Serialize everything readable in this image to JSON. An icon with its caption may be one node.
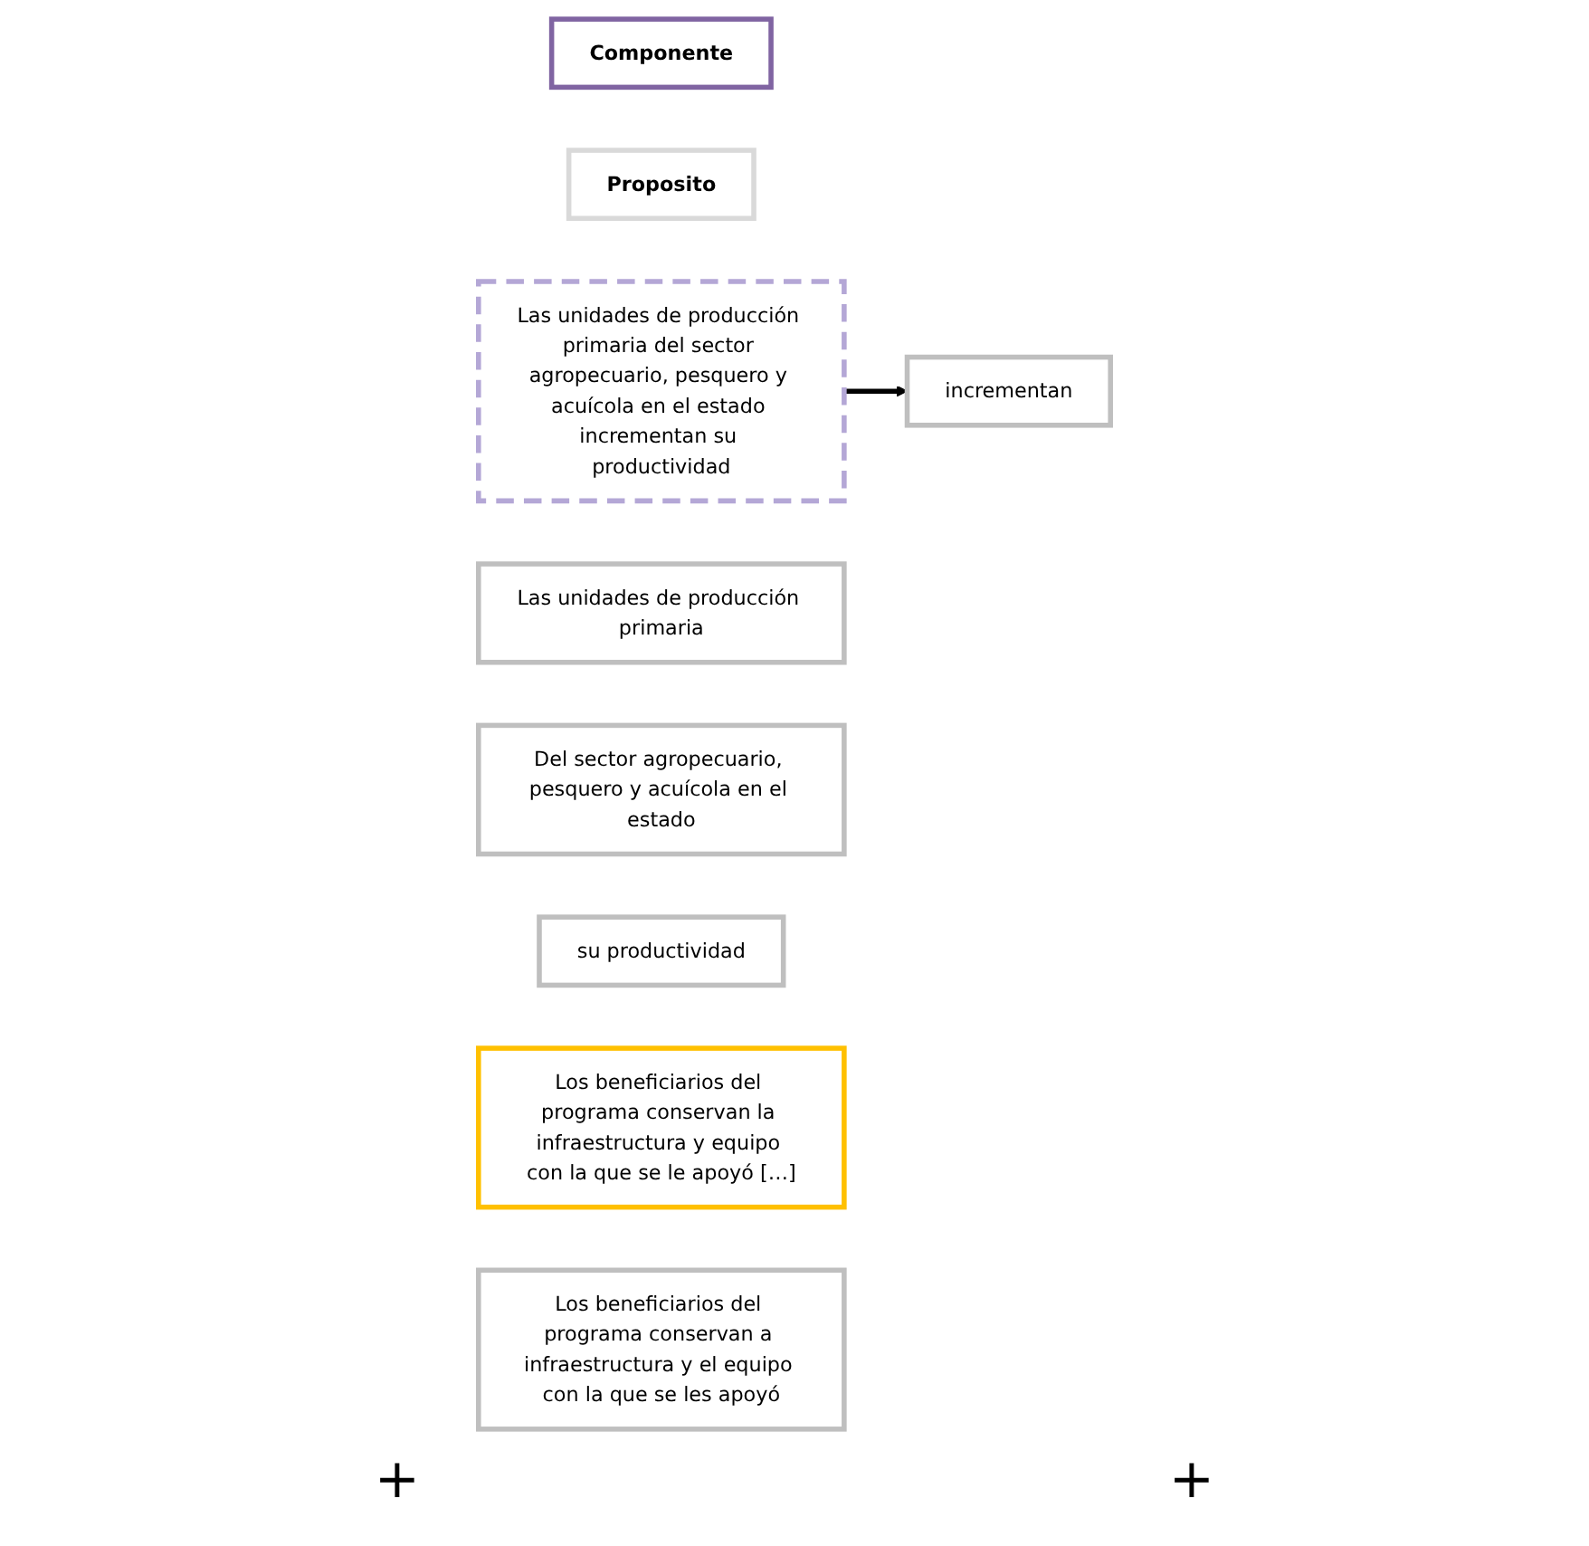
{
  "diagram": {
    "nodes": [
      {
        "text": [
          "Componente"
        ]
      },
      {
        "text": [
          "Proposito"
        ]
      },
      {
        "text": [
          "Las unidades de producción primaria del sector agropecuario, pesquero y acuícola en el estado incrementan su productividad"
        ]
      },
      {
        "text": [
          "Las unidades de producción primaria"
        ]
      },
      {
        "text": [
          "Del sector agropecuario, pesquero y acuícola en el estado"
        ]
      },
      {
        "text": [
          "incrementan"
        ]
      },
      {
        "text": [
          "su productividad"
        ]
      },
      {
        "text": [
          "Los beneficiarios del programa conservan la infraestructura y equipo con la que se le apoyó […]"
        ]
      },
      {
        "text": [
          "Los beneficiarios del programa conservan a infraestructura y el equipo con la que se les apoyó"
        ]
      }
    ],
    "edges": [
      {
        "from": 2,
        "to": 5,
        "arrow": "to"
      }
    ],
    "labels": [
      "+",
      "+"
    ]
  }
}
